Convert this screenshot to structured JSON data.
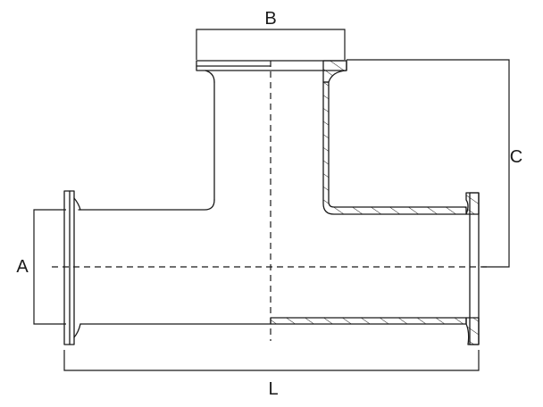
{
  "labels": {
    "a": "A",
    "b": "B",
    "c": "C",
    "l": "L"
  },
  "colors": {
    "line": "#1a1a1a",
    "background": "#ffffff"
  }
}
